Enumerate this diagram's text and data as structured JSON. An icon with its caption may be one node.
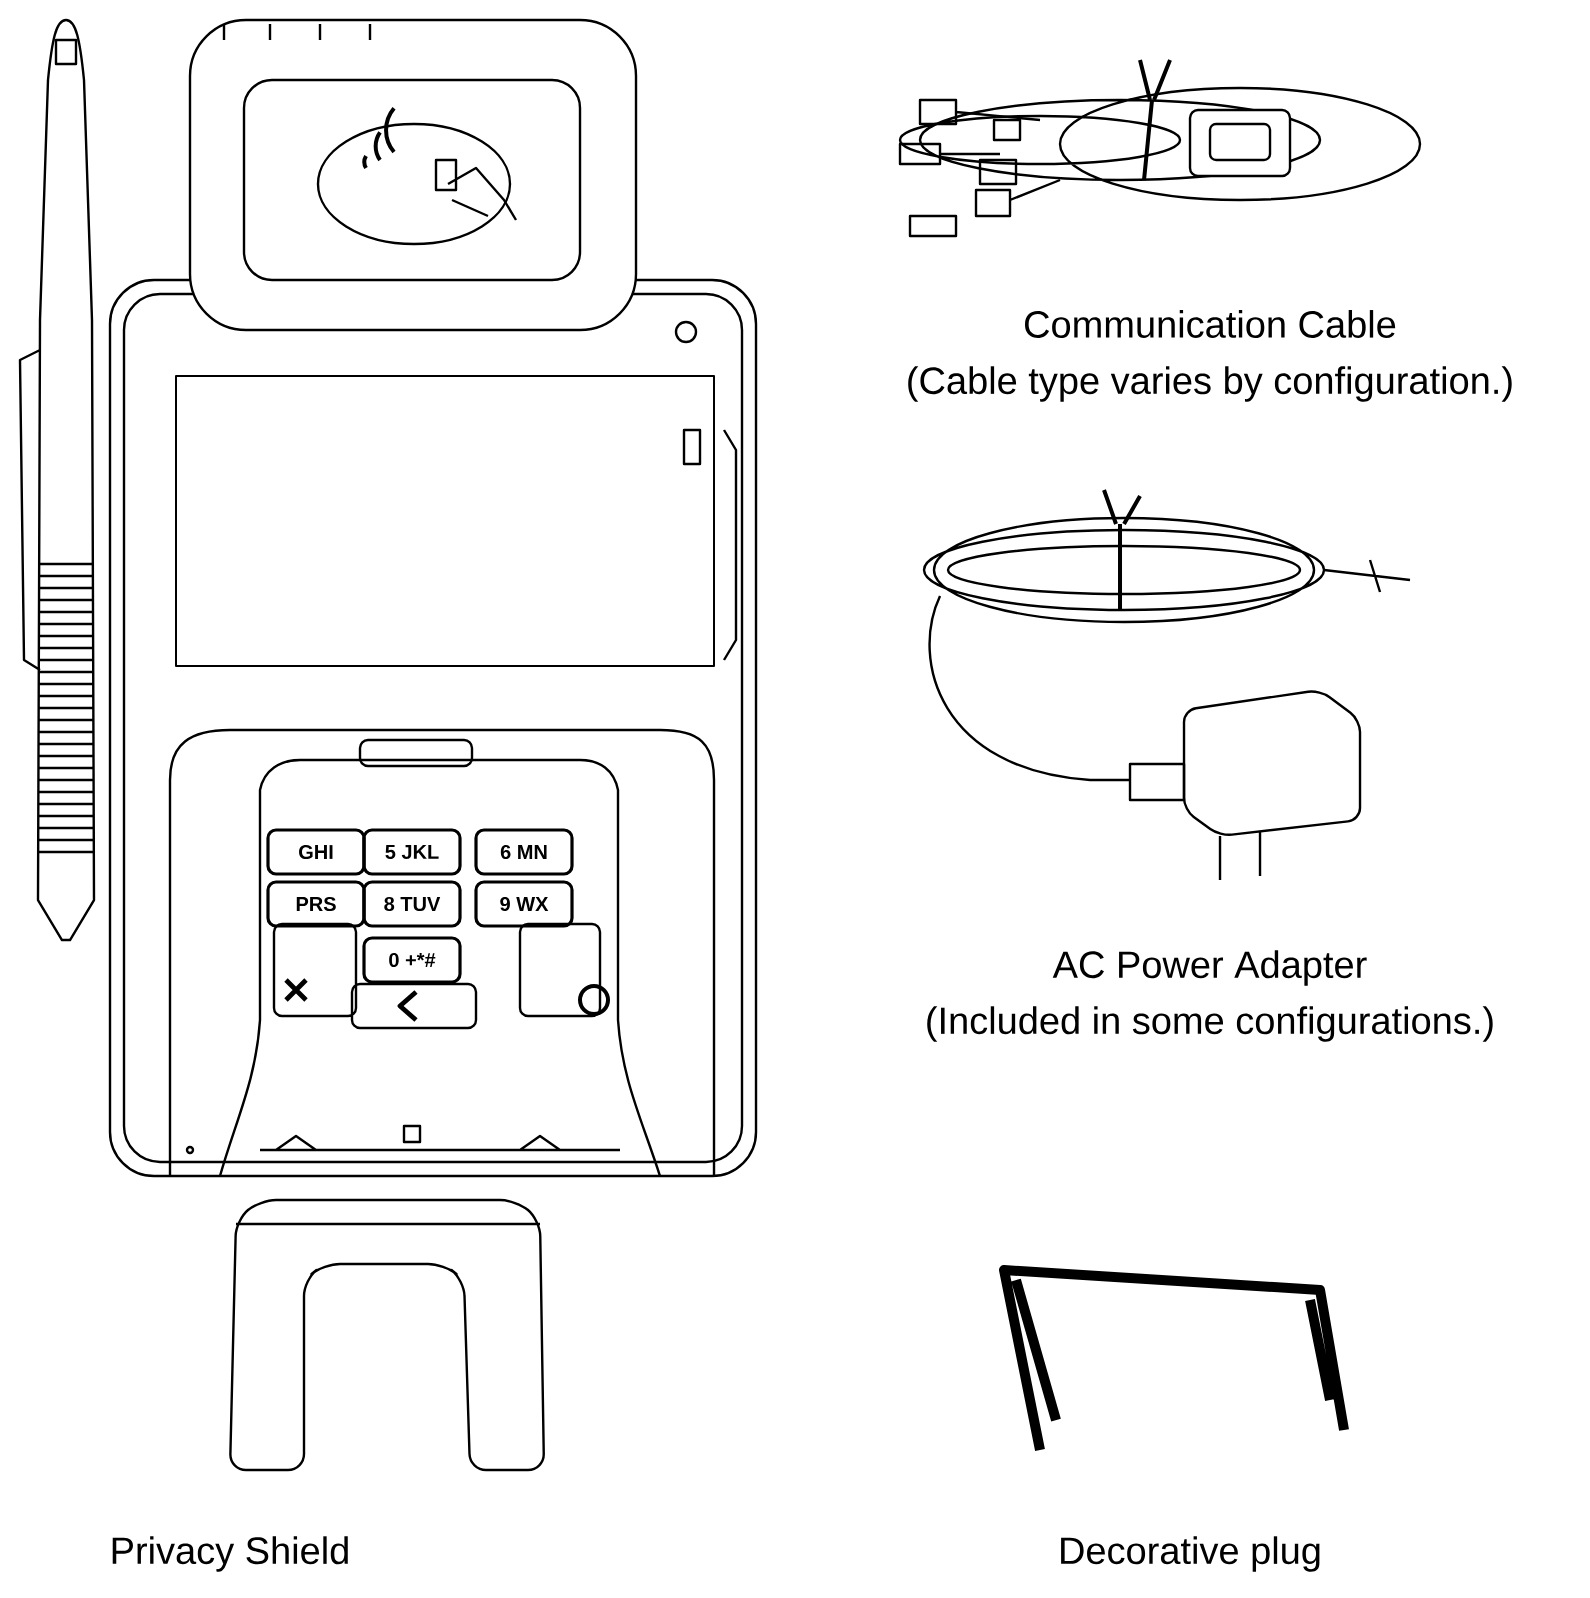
{
  "diagram": {
    "labels": [
      "GHI",
      "5 JKL",
      "6 MN",
      "PRS",
      "8 TUV",
      "9 WX",
      "0 +*#",
      "Communication Cable",
      "(Cable type varies by configuration.)",
      "AC Power Adapter",
      "(Included in some configurations.)",
      "Privacy Shield",
      "Decorative plug"
    ]
  }
}
